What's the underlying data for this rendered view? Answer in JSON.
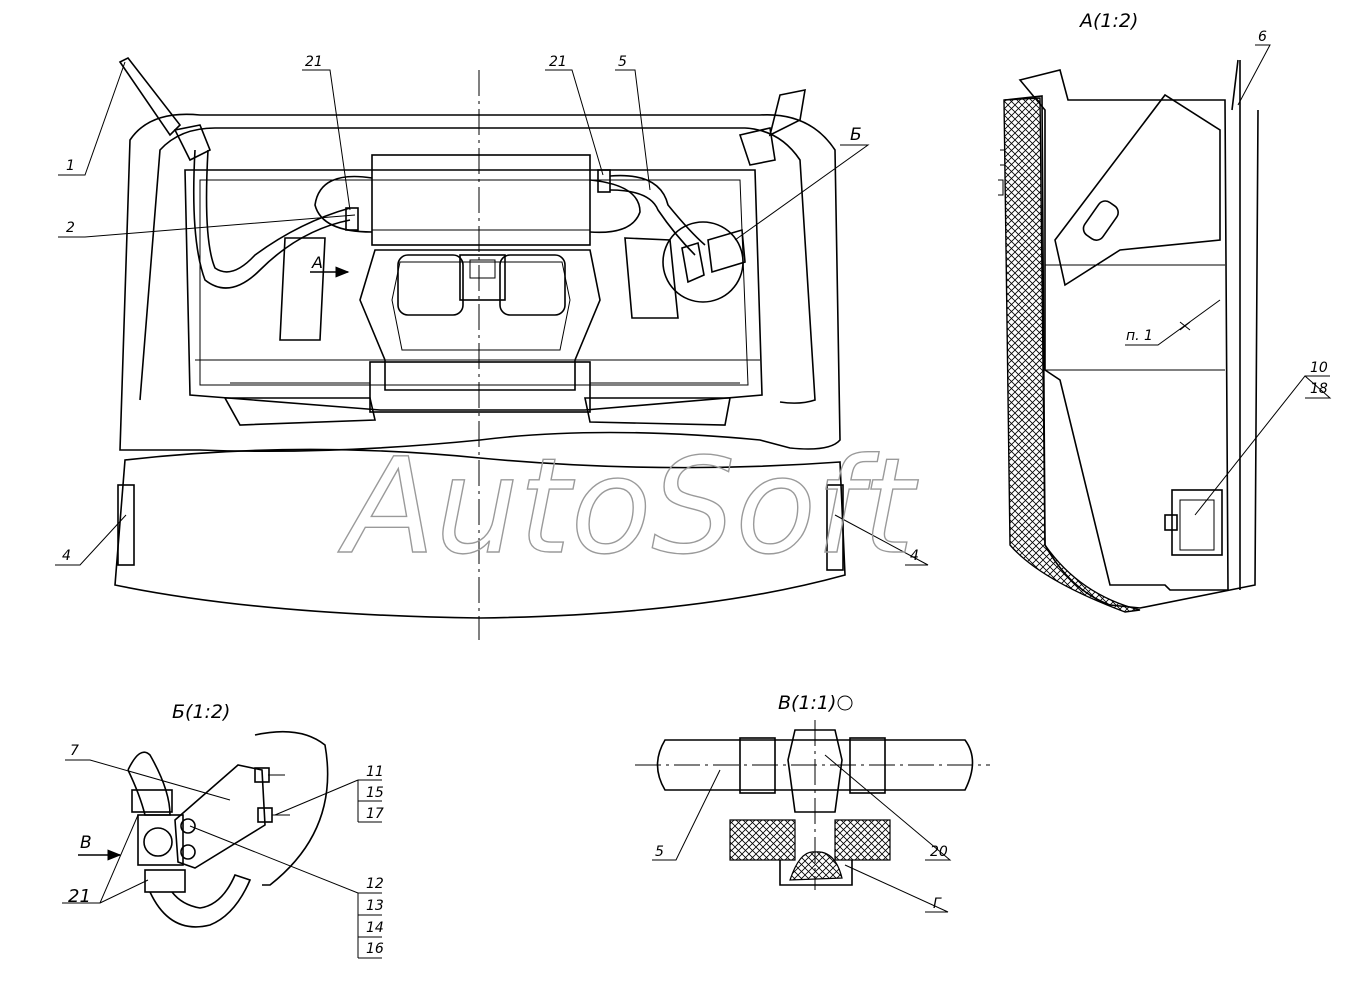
{
  "views": {
    "a_title": "А(1:2)",
    "b_title": "Б(1:2)",
    "v_title": "В(1:1)"
  },
  "callouts": {
    "c1": "1",
    "c2": "2",
    "c4l": "4",
    "c4r": "4",
    "c21l": "21",
    "c21r": "21",
    "c5": "5",
    "cB": "Б",
    "cA": "А",
    "c6": "6",
    "cp1": "п. 1",
    "c10": "10",
    "c18": "18",
    "c7": "7",
    "cVarrow": "В",
    "c21b": "21",
    "c11": "11",
    "c15": "15",
    "c17": "17",
    "c12": "12",
    "c13": "13",
    "c14": "14",
    "c16": "16",
    "c5b": "5",
    "c20": "20",
    "cG": "Г"
  },
  "watermark": "AutoSoft"
}
